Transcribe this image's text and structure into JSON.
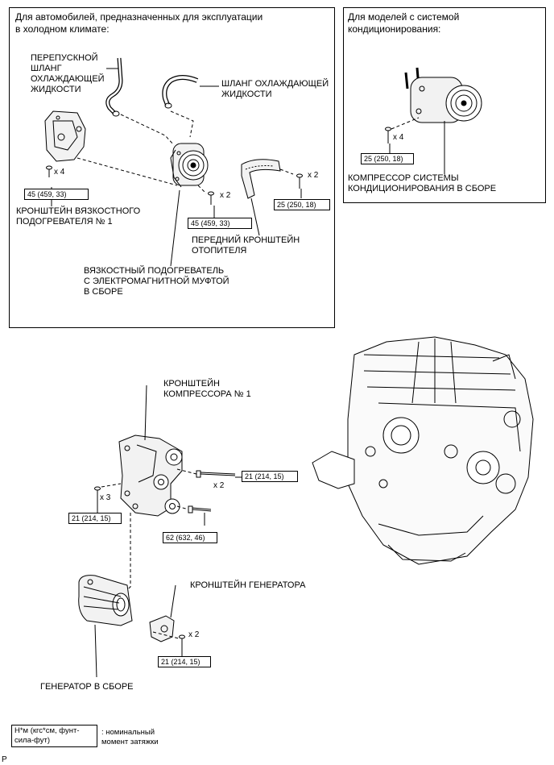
{
  "cold_climate": {
    "title": "Для автомобилей, предназначенных для эксплуатации\nв холодном климате:",
    "bypass_hose": "ПЕРЕПУСКНОЙ\nШЛАНГ\nОХЛАЖДАЮЩЕЙ\nЖИДКОСТИ",
    "coolant_hose": "ШЛАНГ ОХЛАЖДАЮЩЕЙ\nЖИДКОСТИ",
    "bracket_no1": "КРОНШТЕЙН ВЯЗКОСТНОГО\nПОДОГРЕВАТЕЛЯ № 1",
    "front_bracket": "ПЕРЕДНИЙ КРОНШТЕЙН\nОТОПИТЕЛЯ",
    "viscous_heater": "ВЯЗКОСТНЫЙ ПОДОГРЕВАТЕЛЬ\nС ЭЛЕКТРОМАГНИТНОЙ МУФТОЙ\nВ СБОРЕ",
    "torque_bracket": "45 (459, 33)",
    "qty_bracket": "x 4",
    "torque_heater": "45 (459, 33)",
    "qty_heater": "x 2",
    "torque_front": "25 (250, 18)",
    "qty_front": "x 2"
  },
  "ac_models": {
    "title": "Для моделей с системой\nкондиционирования:",
    "compressor": "КОМПРЕССОР СИСТЕМЫ\nКОНДИЦИОНИРОВАНИЯ В СБОРЕ",
    "torque": "25 (250, 18)",
    "qty": "x 4"
  },
  "main": {
    "compressor_bracket": "КРОНШТЕЙН\nКОМПРЕССОРА № 1",
    "torque_upper": "21 (214, 15)",
    "qty_upper": "x 2",
    "torque_left": "21 (214, 15)",
    "qty_left": "x 3",
    "torque_lower": "62 (632, 46)",
    "generator_bracket": "КРОНШТЕЙН ГЕНЕРАТОРА",
    "torque_gen": "21 (214, 15)",
    "qty_gen": "x 2",
    "generator": "ГЕНЕРАТОР В СБОРЕ"
  },
  "legend": {
    "box": "Н*м (кгс*см, фунт-\nсила-фут)",
    "text": ": номинальный\nмомент затяжки"
  },
  "code": "P"
}
